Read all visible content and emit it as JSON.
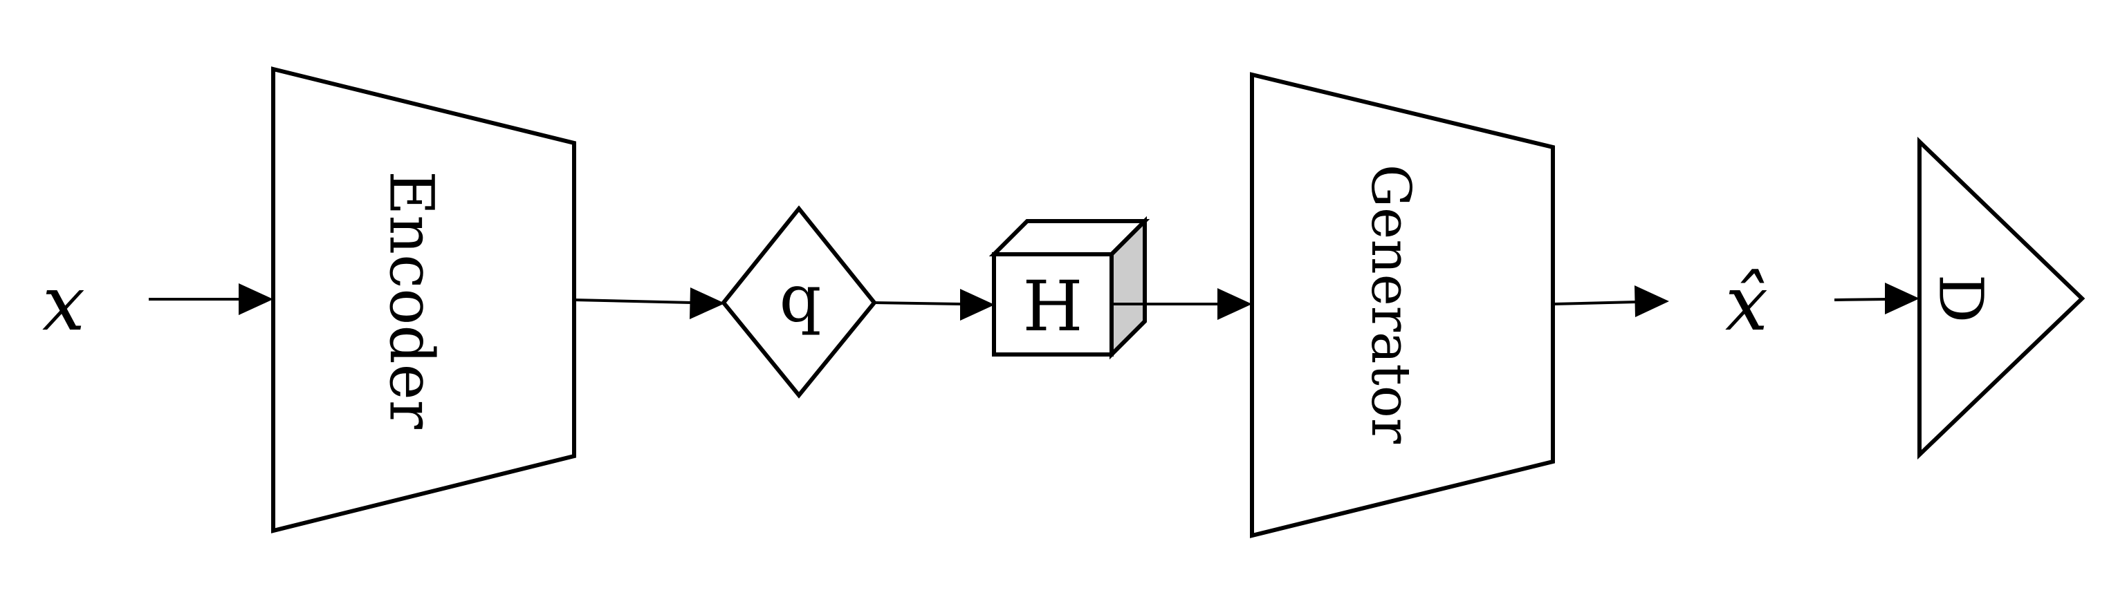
{
  "diagram": {
    "input_label": "x",
    "encoder_label": "Encoder",
    "quantizer_label": "q",
    "entropy_label": "H",
    "generator_label": "Generator",
    "output_label": "x̂",
    "discriminator_label": "D"
  },
  "colors": {
    "stroke": "#000000",
    "background": "#ffffff",
    "cube_side": "#cccccc"
  }
}
